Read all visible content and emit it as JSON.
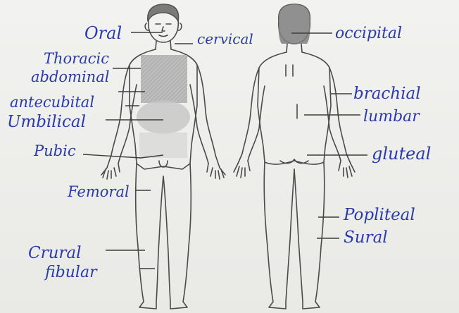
{
  "labels": {
    "oral": "Oral",
    "cervical": "cervical",
    "occipital": "occipital",
    "thoracic": "Thoracic",
    "abdominal": "abdominal",
    "antecubital": "antecubital",
    "umbilical": "Umbilical",
    "pubic": "Pubic",
    "femoral": "Femoral",
    "crural": "Crural",
    "fibular": "fibular",
    "brachial": "brachial",
    "lumbar": "lumbar",
    "gluteal": "gluteal",
    "popliteal": "Popliteal",
    "sural": "Sural"
  },
  "colors": {
    "ink": "#2a3aa8",
    "pencil": "#4a4a4a",
    "shade": "#a9a9a9",
    "paper": "#efefed"
  }
}
